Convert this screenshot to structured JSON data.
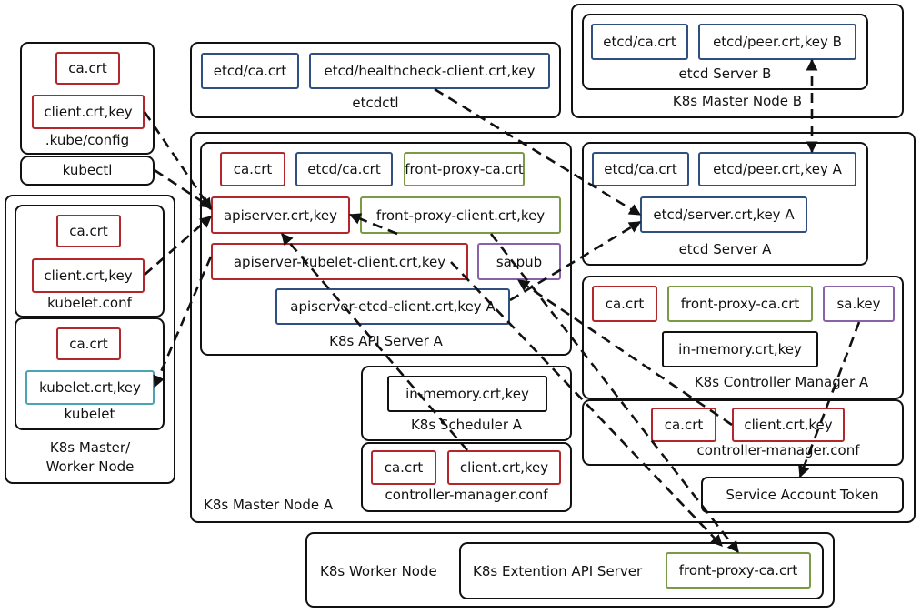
{
  "labels": {
    "kube_config": ".kube/config",
    "kubectl": "kubectl",
    "kubelet_conf": "kubelet.conf",
    "kubelet": "kubelet",
    "worker_master_node": "K8s Master/\nWorker Node",
    "etcdctl": "etcdctl",
    "master_node_b": "K8s Master Node B",
    "etcd_server_b": "etcd Server B",
    "api_server_a": "K8s API Server A",
    "etcd_server_a": "etcd Server A",
    "controller_manager_a": "K8s Controller Manager A",
    "controller_manager_conf_right": "controller-manager.conf",
    "scheduler_a": "K8s Scheduler A",
    "controller_manager_conf_mid": "controller-manager.conf",
    "master_node_a": "K8s Master Node A",
    "worker_node": "K8s Worker Node",
    "extension_api_server": "K8s Extention API Server"
  },
  "certs": {
    "kube_ca": "ca.crt",
    "kube_client": "client.crt,key",
    "kubelet_conf_ca": "ca.crt",
    "kubelet_conf_client": "client.crt,key",
    "kubelet_ca": "ca.crt",
    "kubelet_crt": "kubelet.crt,key",
    "etcdctl_ca": "etcd/ca.crt",
    "etcdctl_client": "etcd/healthcheck-client.crt,key",
    "etcd_b_ca": "etcd/ca.crt",
    "etcd_b_peer": "etcd/peer.crt,key B",
    "api_ca": "ca.crt",
    "api_etcd_ca": "etcd/ca.crt",
    "api_front_proxy_ca": "front-proxy-ca.crt",
    "apiserver": "apiserver.crt,key",
    "front_proxy_client": "front-proxy-client.crt,key",
    "apiserver_kubelet_client": "apiserver-kubelet-client.crt,key",
    "sa_pub": "sa.pub",
    "apiserver_etcd_client": "apiserver-etcd-client.crt,key A",
    "etcd_a_ca": "etcd/ca.crt",
    "etcd_a_peer": "etcd/peer.crt,key A",
    "etcd_a_server": "etcd/server.crt,key A",
    "cm_ca": "ca.crt",
    "cm_front_proxy_ca": "front-proxy-ca.crt",
    "cm_sa_key": "sa.key",
    "cm_in_memory": "in-memory.crt,key",
    "cmconf_r_ca": "ca.crt",
    "cmconf_r_client": "client.crt,key",
    "service_account_token": "Service Account Token",
    "sched_in_memory": "in-memory.crt,key",
    "cmconf_m_ca": "ca.crt",
    "cmconf_m_client": "client.crt,key",
    "ext_front_proxy_ca": "front-proxy-ca.crt"
  },
  "colors": {
    "ca_red": "#b3262b",
    "etcd_blue": "#2f4f7f",
    "front_proxy_green": "#7a9a45",
    "service_account_purple": "#8a62a8",
    "kubelet_teal": "#4ba3b4"
  }
}
